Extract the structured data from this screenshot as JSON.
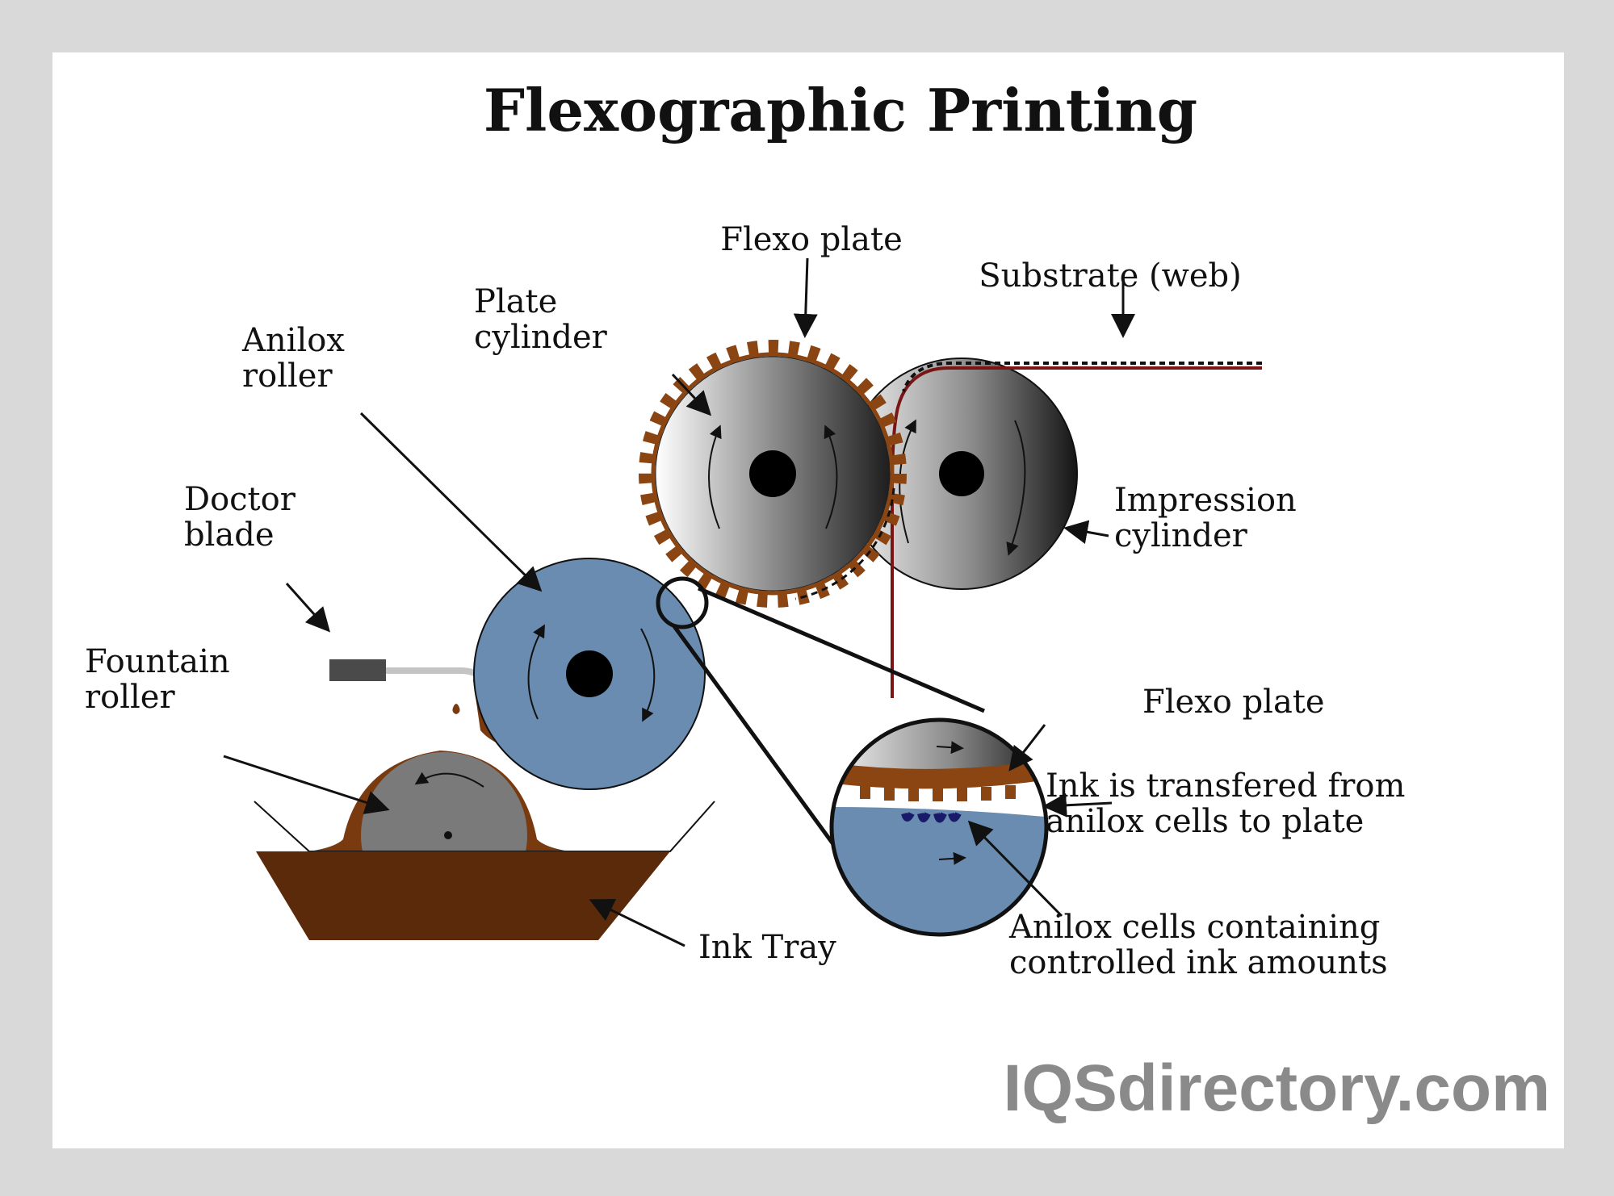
{
  "title": "Flexographic Printing",
  "labels": {
    "flexo_plate_top": "Flexo plate",
    "substrate": "Substrate (web)",
    "plate_cylinder": [
      "Plate",
      "cylinder"
    ],
    "anilox_roller": [
      "Anilox",
      "roller"
    ],
    "doctor_blade": [
      "Doctor",
      "blade"
    ],
    "impression_cylinder": [
      "Impression",
      "cylinder"
    ],
    "fountain_roller": [
      "Fountain",
      "roller"
    ],
    "ink_tray": "Ink Tray",
    "flexo_plate_detail": "Flexo plate",
    "ink_transfer": [
      "Ink is transfered from",
      "anilox cells to plate"
    ],
    "anilox_cells": [
      "Anilox cells containing",
      "controlled ink amounts"
    ]
  },
  "watermark": "IQSdirectory.com",
  "colors": {
    "ink": "#5a2a0a",
    "plate": "#8b4513",
    "anilox": "#6a8cb0",
    "substrate": "#7a1515",
    "fountain": "#7a7a7a",
    "blade": "#4a4a4a"
  }
}
